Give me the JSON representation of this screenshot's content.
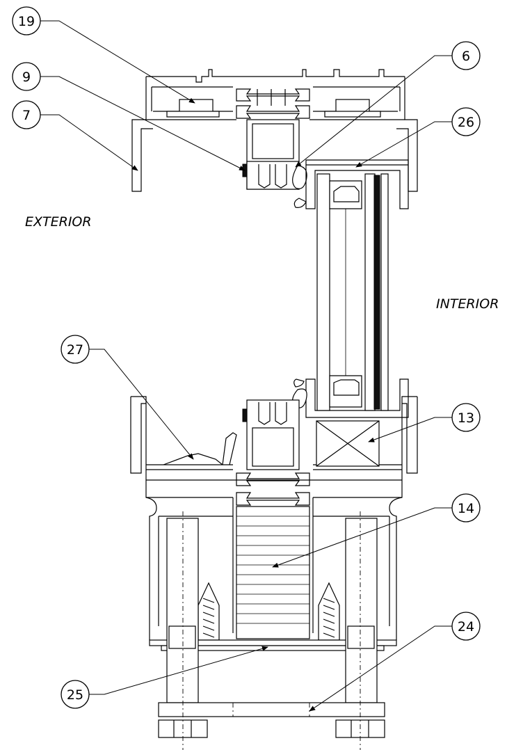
{
  "labels": {
    "exterior": "EXTERIOR",
    "interior": "INTERIOR"
  },
  "callouts": {
    "c19": "19",
    "c9": "9",
    "c7": "7",
    "c6": "6",
    "c26": "26",
    "c27": "27",
    "c13": "13",
    "c14": "14",
    "c24": "24",
    "c25": "25"
  }
}
